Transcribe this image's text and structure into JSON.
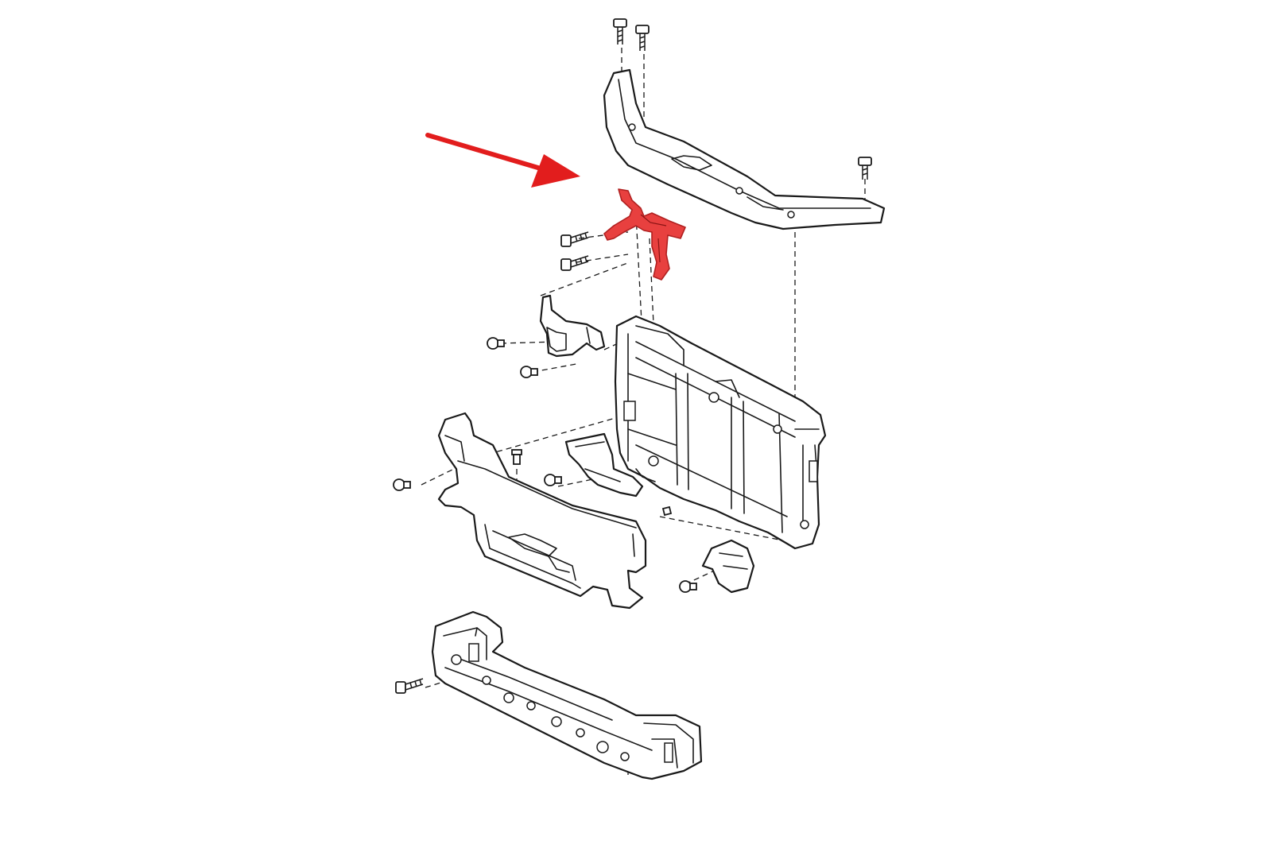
{
  "diagram": {
    "type": "exploded-parts-diagram",
    "highlight_color": "#e8403f",
    "arrow_color": "#e21d1d",
    "line_color": "#1a1a1a",
    "background": "#ffffff",
    "parts": [
      {
        "id": "upper-tie-bar",
        "highlighted": false
      },
      {
        "id": "center-hood-latch-bracket",
        "highlighted": true
      },
      {
        "id": "left-side-bracket",
        "highlighted": false
      },
      {
        "id": "radiator-core-support",
        "highlighted": false
      },
      {
        "id": "lower-air-deflector",
        "highlighted": false
      },
      {
        "id": "air-guide-left",
        "highlighted": false
      },
      {
        "id": "air-guide-right",
        "highlighted": false
      },
      {
        "id": "bumper-reinforcement",
        "highlighted": false
      }
    ],
    "fasteners": {
      "bolts": 7,
      "clips": 7
    }
  }
}
